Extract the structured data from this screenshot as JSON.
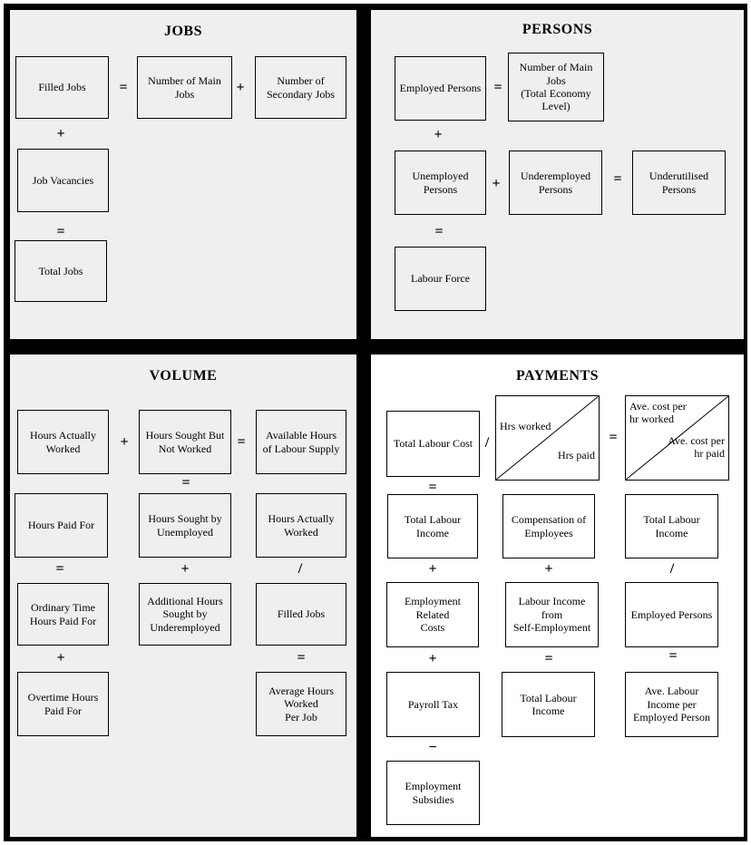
{
  "symbols": {
    "plus": "+",
    "equals": "=",
    "divide": "/",
    "minus": "−"
  },
  "jobs": {
    "title": "JOBS",
    "boxes": {
      "filled_jobs": "Filled Jobs",
      "number_of_main_jobs": "Number of Main\nJobs",
      "number_of_secondary_jobs": "Number of\nSecondary Jobs",
      "job_vacancies": "Job Vacancies",
      "total_jobs": "Total Jobs"
    }
  },
  "persons": {
    "title": "PERSONS",
    "boxes": {
      "employed_persons": "Employed Persons",
      "number_of_main_jobs_total_economy": "Number of Main\nJobs\n(Total Economy\nLevel)",
      "unemployed_persons": "Unemployed\nPersons",
      "underemployed_persons": "Underemployed\nPersons",
      "underutilised_persons": "Underutilised\nPersons",
      "labour_force": "Labour Force"
    }
  },
  "volume": {
    "title": "VOLUME",
    "boxes": {
      "hours_actually_worked": "Hours Actually\nWorked",
      "hours_sought_but_not_worked": "Hours Sought But\nNot Worked",
      "available_hours_of_labour_supply": "Available Hours\nof Labour Supply",
      "hours_paid_for": "Hours Paid For",
      "hours_sought_by_unemployed": "Hours Sought by\nUnemployed",
      "hours_actually_worked_2": "Hours Actually\nWorked",
      "ordinary_time_hours_paid_for": "Ordinary Time\nHours Paid For",
      "additional_hours_sought_by_underemployed": "Additional Hours\nSought by\nUnderemployed",
      "filled_jobs": "Filled Jobs",
      "overtime_hours_paid_for": "Overtime Hours\nPaid For",
      "average_hours_worked_per_job": "Average Hours\nWorked\nPer Job"
    }
  },
  "payments": {
    "title": "PAYMENTS",
    "boxes": {
      "total_labour_cost": "Total Labour Cost",
      "total_labour_income_1": "Total Labour\nIncome",
      "compensation_of_employees": "Compensation of\nEmployees",
      "total_labour_income_2": "Total Labour\nIncome",
      "employment_related_costs": "Employment\nRelated\nCosts",
      "labour_income_from_self_employment": "Labour Income\nfrom\nSelf-Employment",
      "employed_persons": "Employed Persons",
      "payroll_tax": "Payroll Tax",
      "total_labour_income_3": "Total Labour\nIncome",
      "ave_labour_income_per_employed_person": "Ave. Labour\nIncome per\nEmployed Person",
      "employment_subsidies": "Employment\nSubsidies"
    },
    "ratio_box_hours": {
      "top_left": "Hrs worked",
      "bottom_right": "Hrs paid"
    },
    "ratio_box_cost": {
      "top_left": "Ave. cost per\nhr worked",
      "bottom_right": "Ave. cost per\nhr paid"
    }
  }
}
